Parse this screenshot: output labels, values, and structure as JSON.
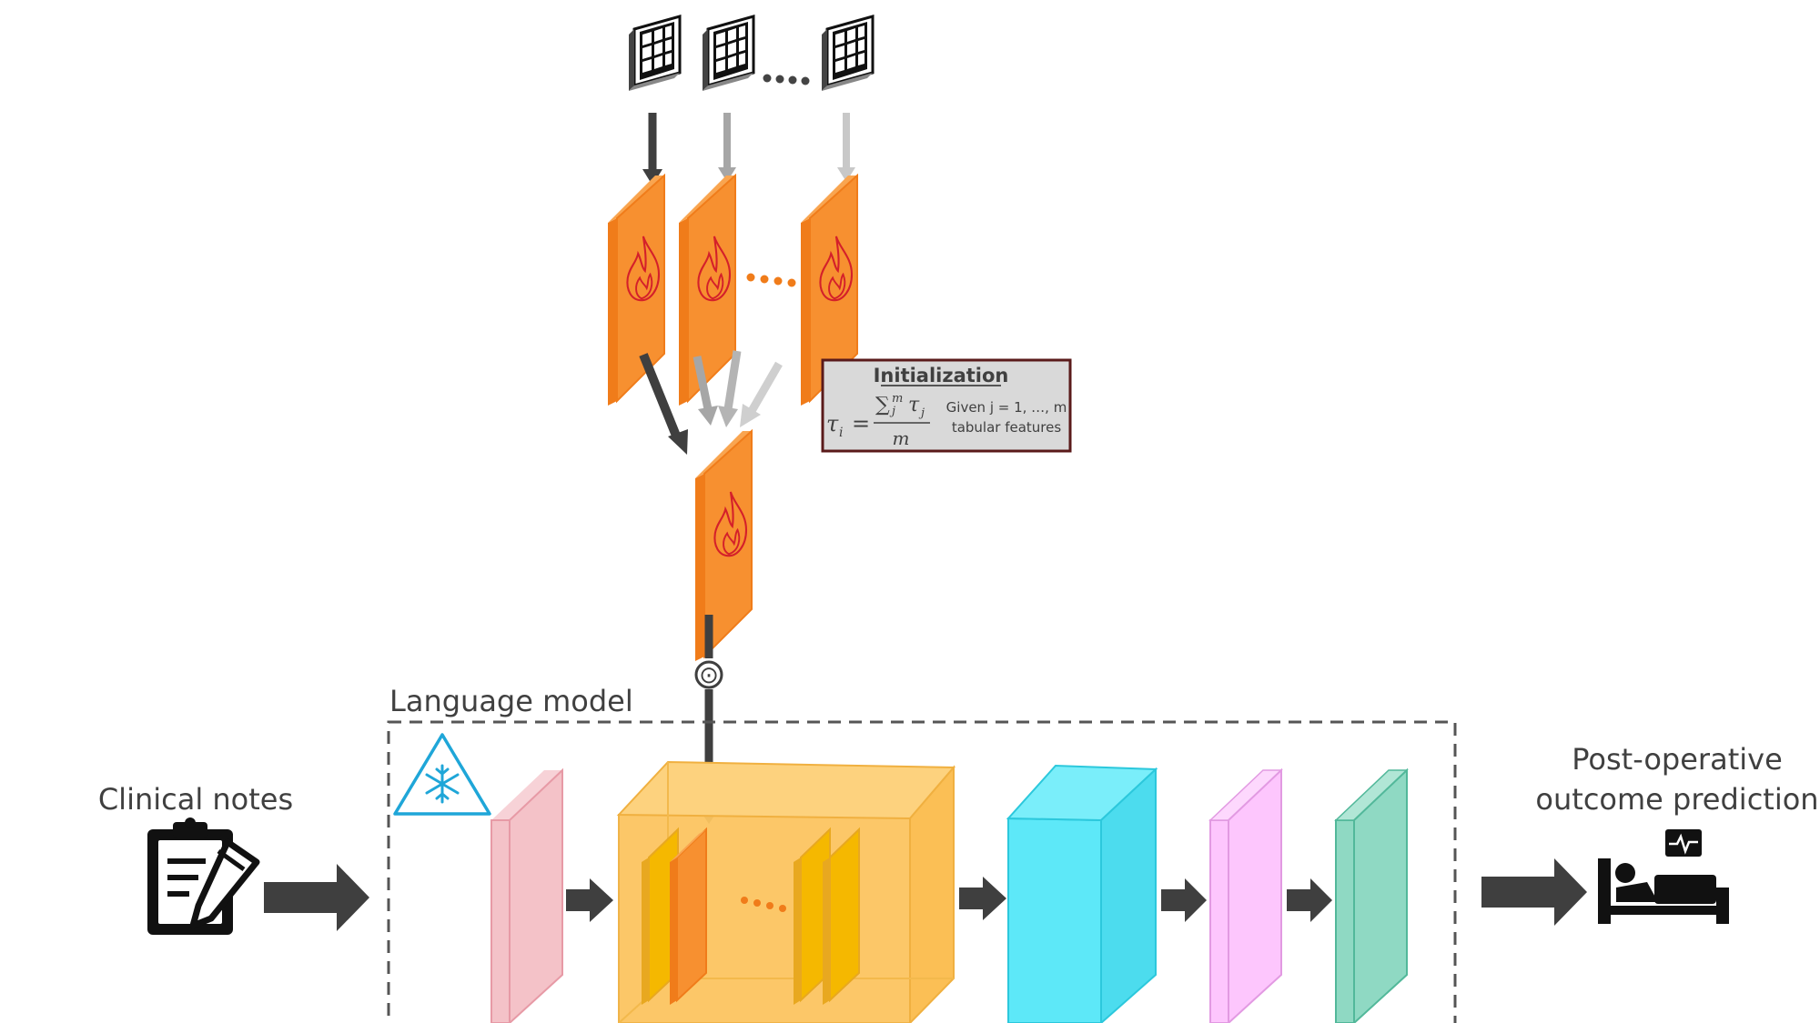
{
  "labels": {
    "language_model": "Language model",
    "clinical_notes": "Clinical notes",
    "prediction_line1": "Post-operative",
    "prediction_line2": "outcome prediction"
  },
  "initialization": {
    "title": "Initialization",
    "lhs": "τ",
    "lhs_sub": "i",
    "equals": "=",
    "numerator_sum": "∑",
    "numerator_sub": "j",
    "numerator_sup": "m",
    "numerator_tau": "τ",
    "numerator_tau_sub": "j",
    "denominator": "m",
    "note_line1": "Given j = 1, …, m",
    "note_line2": "tabular features"
  },
  "symbols": {
    "hadamard": "⊙",
    "ellipsis": "• • • •"
  },
  "colors": {
    "prompt_orange": "#f79030",
    "prompt_border": "#f07c1a",
    "flame_red": "#d4202a",
    "dark_arrow": "#3f3f3f",
    "light_arrow": "#a6a6a6",
    "pink_layer": "#f4c2c8",
    "yellow_block": "#fcc560",
    "cyan_block": "#5de8f8",
    "violet_layer": "#fdc6fd",
    "teal_layer": "#8fd9c3",
    "snowflake_blue": "#1fa6d8",
    "init_box_fill": "#d9d9d9",
    "init_box_border": "#5a1a1a"
  },
  "icons": {
    "table": "table-grid-icon",
    "prompt": "flame-icon",
    "frozen": "snowflake-icon",
    "notes": "clipboard-notes-icon",
    "patient": "patient-bed-monitor-icon"
  }
}
